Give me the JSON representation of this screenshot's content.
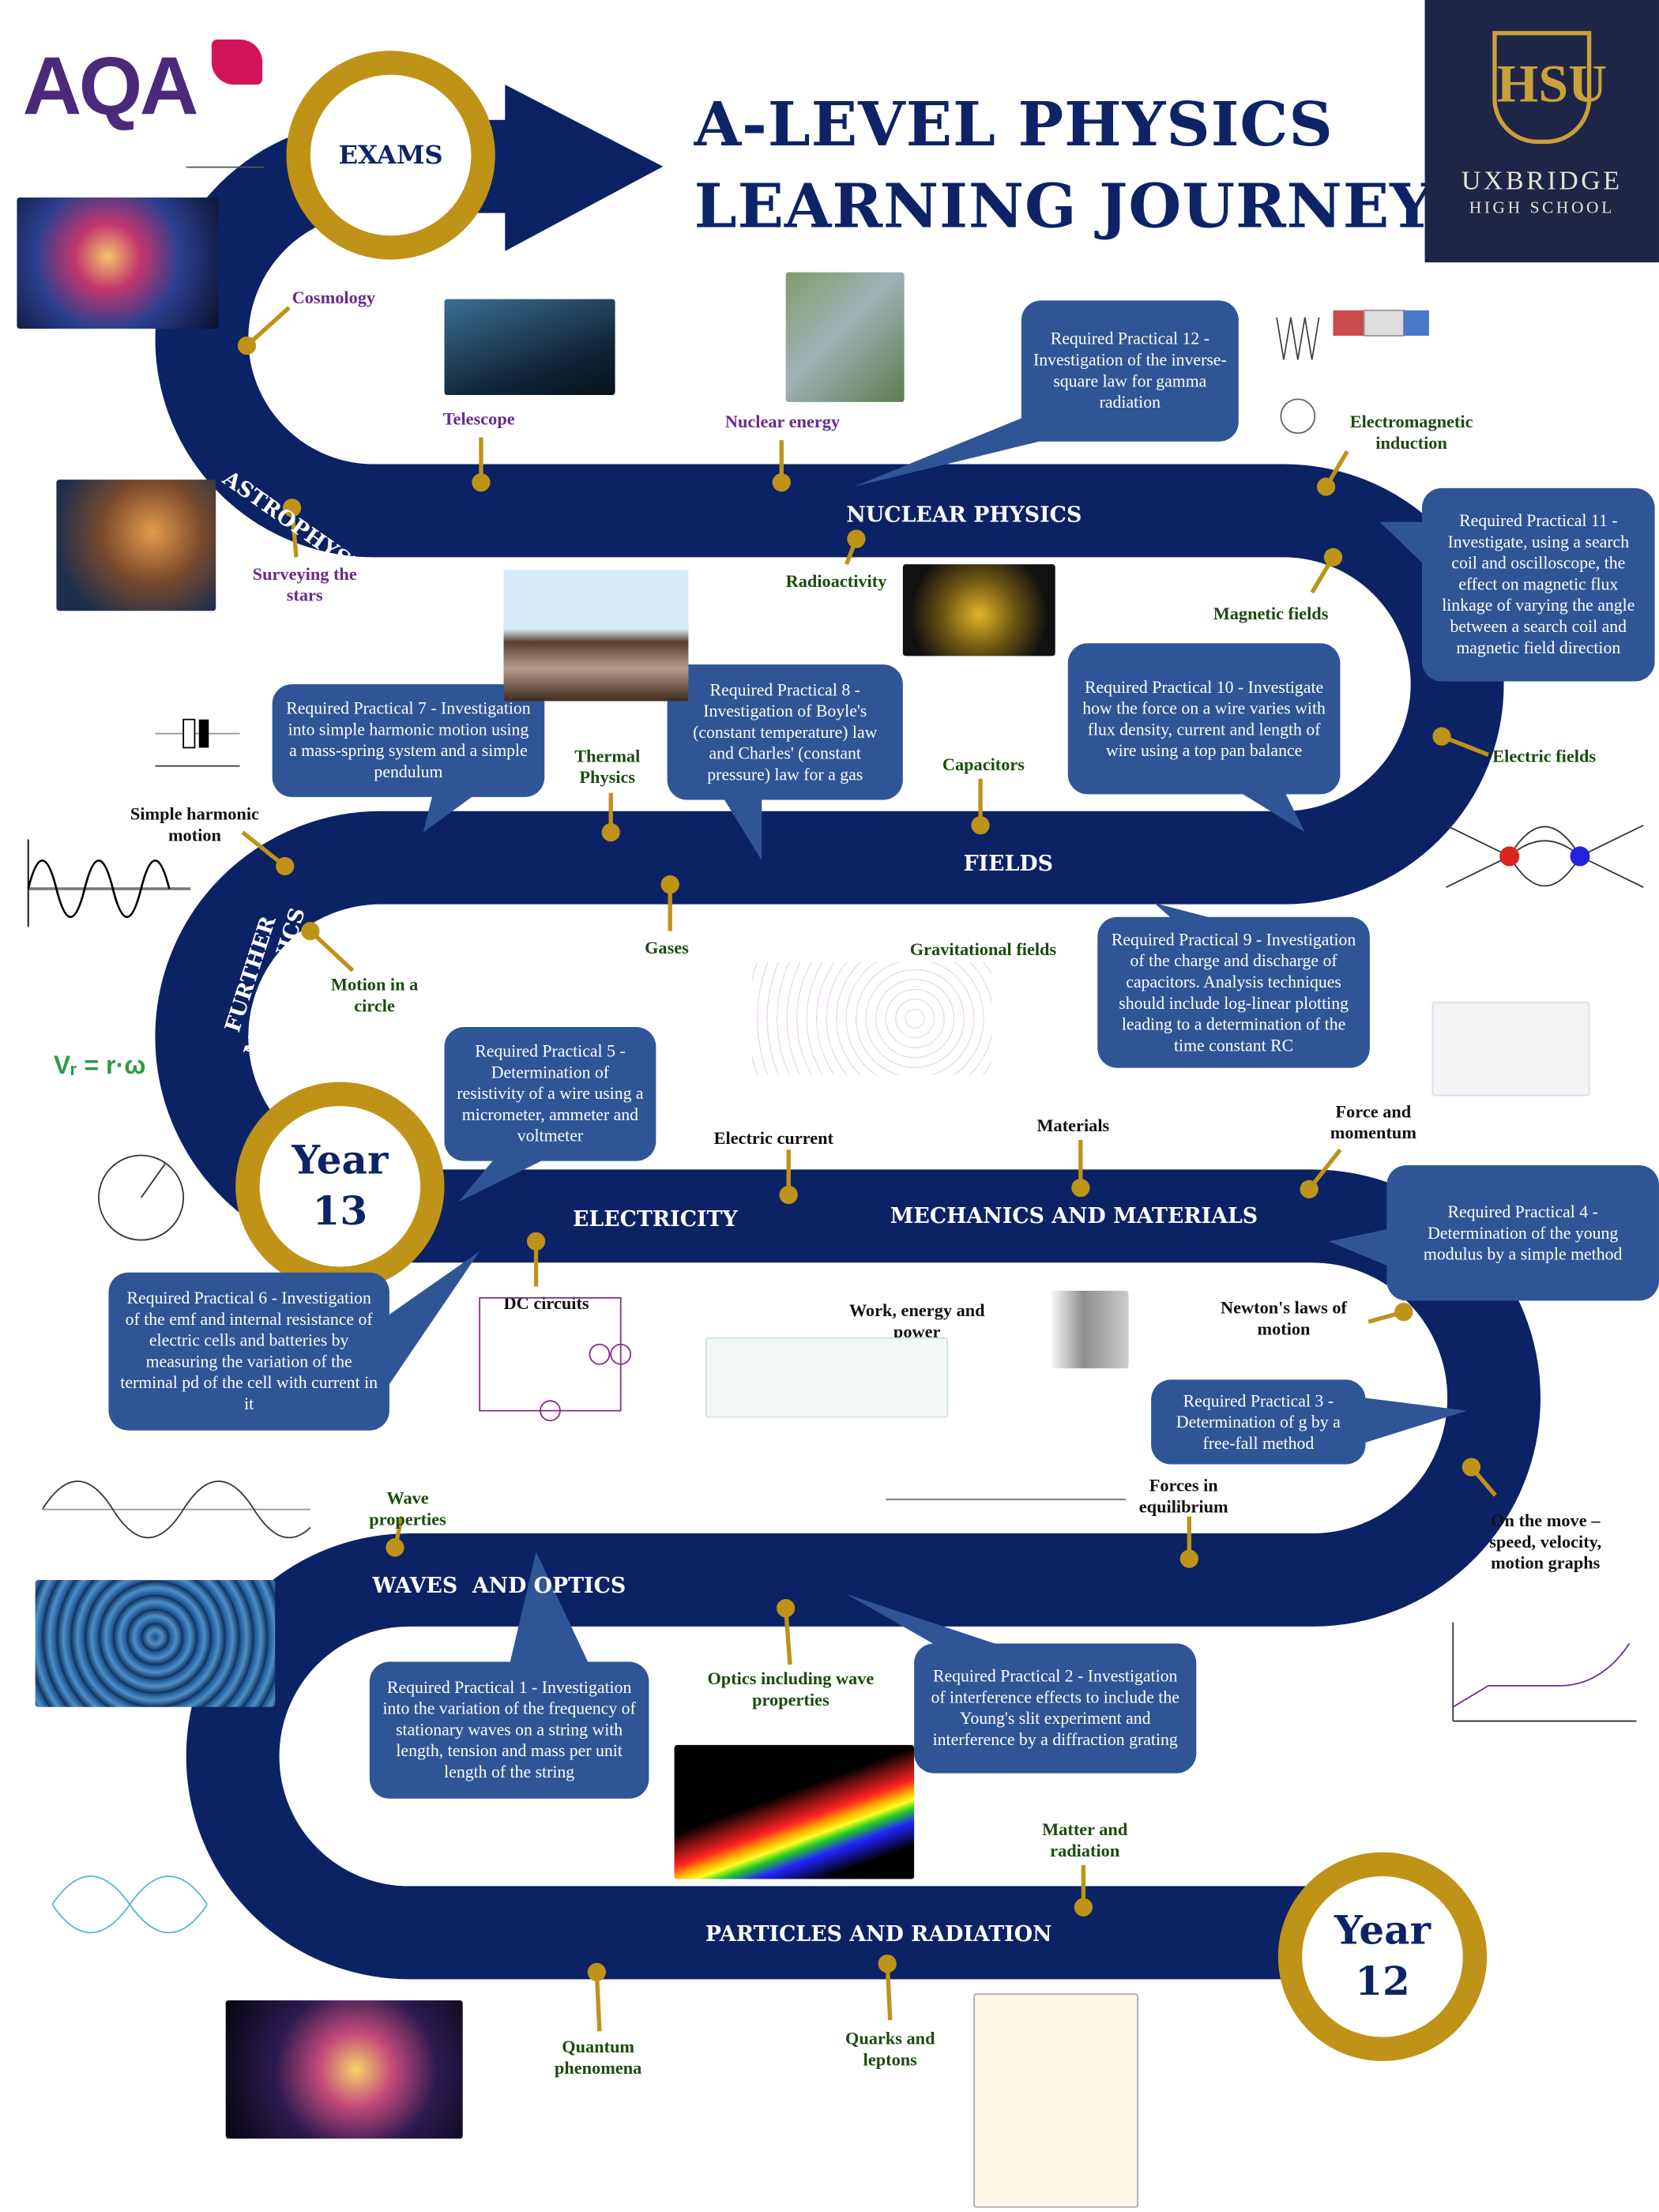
{
  "header": {
    "title_line1": "A-LEVEL PHYSICS",
    "title_line2": "LEARNING JOURNEY",
    "exam_board": "AQA",
    "school_name": "UXBRIDGE",
    "school_sub": "HIGH SCHOOL",
    "school_crest": "HSU"
  },
  "milestones": {
    "exams": "EXAMS",
    "year13_line1": "Year",
    "year13_line2": "13",
    "year12_line1": "Year",
    "year12_line2": "12"
  },
  "sections": {
    "astrophysics": "ASTROPHYSICS",
    "nuclear": "NUCLEAR PHYSICS",
    "fields": "FIELDS",
    "further_mechanics": "FURTHER MECHANICS",
    "electricity": "ELECTRICITY",
    "mechanics": "MECHANICS AND MATERIALS",
    "waves": "WAVES  AND OPTICS",
    "particles": "PARTICLES AND RADIATION"
  },
  "practicals": {
    "rp1": "Required Practical 1 - Investigation into the variation of the frequency of stationary waves on a string with length, tension and mass per unit length of the string",
    "rp2": "Required Practical 2 - Investigation of interference effects to include the Young's slit experiment and interference by a diffraction grating",
    "rp3": "Required Practical 3 - Determination of g by a free-fall method",
    "rp4": "Required Practical 4 - Determination of the young modulus by a simple method",
    "rp5": "Required Practical 5 - Determination of resistivity of a wire using a micrometer, ammeter and voltmeter",
    "rp6": "Required Practical 6 - Investigation of the emf and internal resistance of electric cells and batteries by measuring the variation of the terminal pd of the cell with current in it",
    "rp7": "Required Practical 7 - Investigation into simple harmonic motion using a mass-spring system and a simple pendulum",
    "rp8": "Required Practical 8 - Investigation of Boyle's (constant temperature) law and Charles' (constant pressure) law for a gas",
    "rp9": "Required Practical 9 - Investigation of the charge and discharge of capacitors. Analysis techniques should include log-linear plotting leading to a determination of the time constant RC",
    "rp10": "Required Practical 10 - Investigate how the force on a wire varies with flux density, current and length of wire using a top pan balance",
    "rp11": "Required Practical 11 - Investigate, using a search coil and oscilloscope, the effect on magnetic flux linkage of varying the angle between a search coil and magnetic field direction",
    "rp12": "Required Practical 12 - Investigation of the inverse-square law for gamma radiation"
  },
  "topics": {
    "cosmology": "Cosmology",
    "telescope": "Telescope",
    "nuclear_energy": "Nuclear energy",
    "surveying": "Surveying the stars",
    "em_induction": "Electromagnetic induction",
    "radioactivity": "Radioactivity",
    "magnetic_fields": "Magnetic fields",
    "electric_fields": "Electric fields",
    "thermal": "Thermal Physics",
    "capacitors": "Capacitors",
    "gases": "Gases",
    "gravitational": "Gravitational fields",
    "shm": "Simple harmonic motion",
    "circle": "Motion in a circle",
    "electric_current": "Electric current",
    "materials": "Materials",
    "force_momentum": "Force and momentum",
    "dc_circuits": "DC circuits",
    "work_energy": "Work, energy and power",
    "newton": "Newton's laws of motion",
    "equilibrium": "Forces in equilibrium",
    "on_the_move": "On the move – speed, velocity, motion graphs",
    "wave_props": "Wave properties",
    "optics": "Optics including wave properties",
    "matter": "Matter and radiation",
    "quantum": "Quantum phenomena",
    "quarks": "Quarks and leptons"
  },
  "formula": "Vᵣ = r·ω",
  "colors": {
    "track": "#0b2265",
    "gold": "#bf9218",
    "callout": "#2f5597"
  }
}
